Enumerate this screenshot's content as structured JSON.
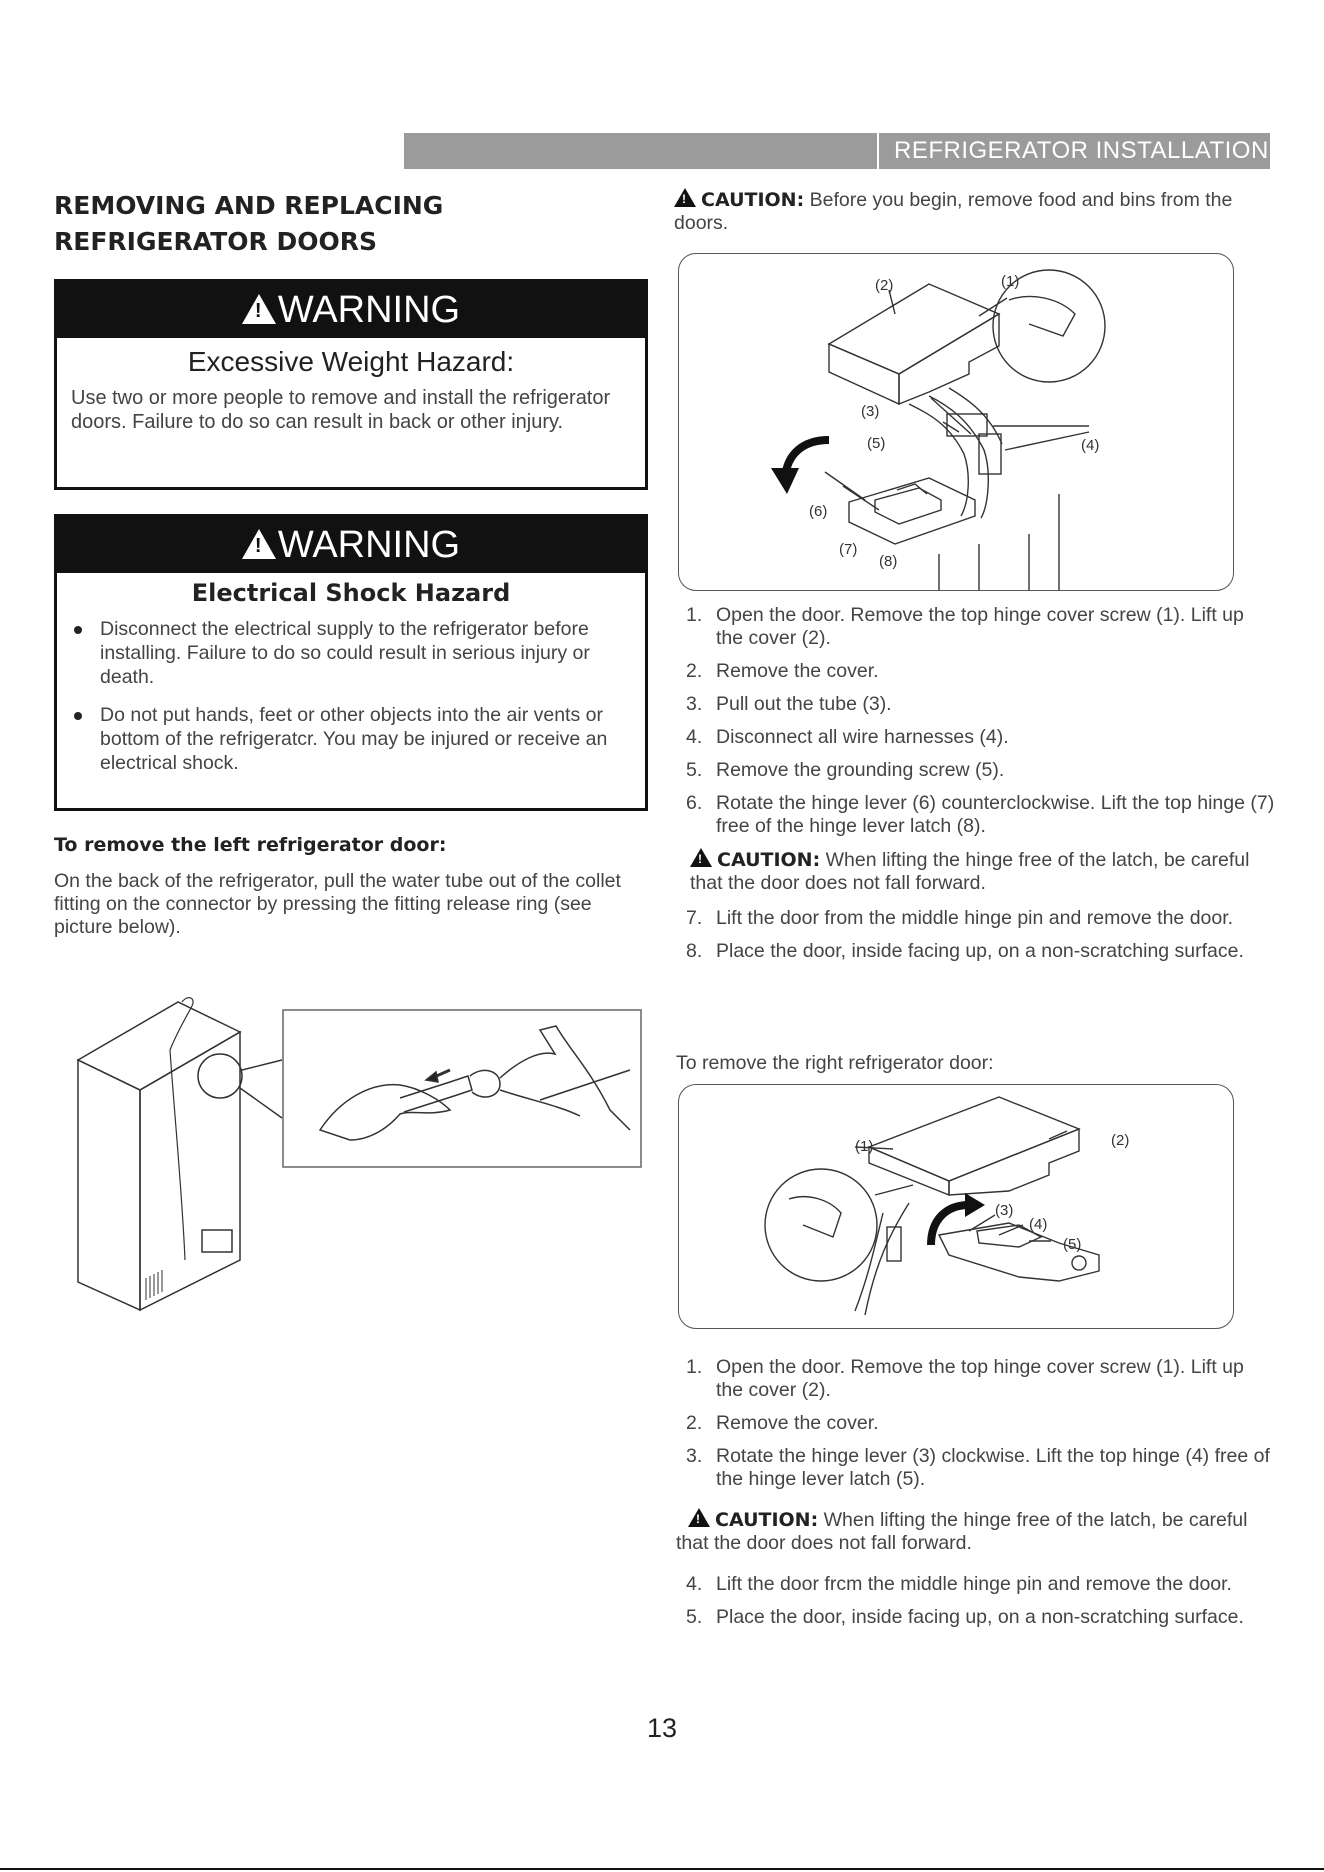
{
  "header": {
    "title": "REFRIGERATOR INSTALLATION"
  },
  "section": {
    "title_line1": "REMOVING AND REPLACING",
    "title_line2": "REFRIGERATOR DOORS"
  },
  "warning1": {
    "label": "WARNING",
    "hazard": "Excessive Weight Hazard:",
    "text": "Use two or more people to remove and install the refrigerator doors. Failure to do so can result in back or other injury."
  },
  "warning2": {
    "label": "WARNING",
    "hazard": "Electrical Shock Hazard",
    "bullets": [
      "Disconnect the electrical supply to the refrigerator before installing. Failure to do so could result in serious injury or death.",
      "Do not put hands, feet or other objects into the air vents or bottom of the refrigeratcr. You may be injured or receive an electrical shock."
    ]
  },
  "left_door": {
    "heading": "To remove the left refrigerator door:",
    "text": "On the back of the refrigerator, pull the water tube out of the collet fitting on the connector by pressing the fitting release ring (see picture below)."
  },
  "caution_top": {
    "label": "CAUTION:",
    "text": "Before you begin, remove food and bins from the doors."
  },
  "figure1": {
    "callouts": [
      "(1)",
      "(2)",
      "(3)",
      "(4)",
      "(5)",
      "(6)",
      "(7)",
      "(8)"
    ]
  },
  "left_steps": [
    {
      "num": "1.",
      "text": "Open the door. Remove the top hinge cover screw (1). Lift up the cover (2)."
    },
    {
      "num": "2.",
      "text": "Remove the cover."
    },
    {
      "num": "3.",
      "text": "Pull out the tube (3)."
    },
    {
      "num": "4.",
      "text": "Disconnect all wire harnesses (4)."
    },
    {
      "num": "5.",
      "text": "Remove the grounding screw (5)."
    },
    {
      "num": "6.",
      "text": "Rotate the hinge lever (6) counterclockwise. Lift the top hinge (7) free of the hinge lever latch (8)."
    }
  ],
  "caution_mid": {
    "label": "CAUTION:",
    "text": "When lifting the hinge free of the latch, be careful that the door does not fall forward."
  },
  "left_steps2": [
    {
      "num": "7.",
      "text": "Lift the door from the middle hinge pin and remove the door."
    },
    {
      "num": "8.",
      "text": "Place the door, inside facing up, on a non-scratching surface."
    }
  ],
  "right_door": {
    "heading": "To remove the right refrigerator door:"
  },
  "figure2": {
    "callouts": [
      "(1)",
      "(2)",
      "(3)",
      "(4)",
      "(5)"
    ]
  },
  "right_steps": [
    {
      "num": "1.",
      "text": "Open the door. Remove the top hinge cover screw (1). Lift up the cover (2)."
    },
    {
      "num": "2.",
      "text": "Remove the cover."
    },
    {
      "num": "3.",
      "text": "Rotate the hinge lever (3) clockwise. Lift the top hinge (4) free of the hinge lever latch (5)."
    }
  ],
  "caution_bottom": {
    "label": "CAUTION:",
    "text": "When lifting the hinge free of the latch, be careful that the door does not fall forward."
  },
  "right_steps2": [
    {
      "num": "4.",
      "text": "Lift the door frcm the middle hinge pin and remove the door."
    },
    {
      "num": "5.",
      "text": "Place the door, inside facing up, on a non-scratching surface."
    }
  ],
  "page_number": "13"
}
